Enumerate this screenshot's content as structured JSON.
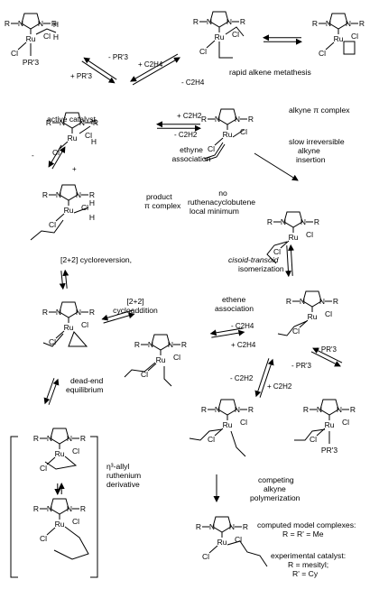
{
  "scheme_title": "",
  "structure_atoms": {
    "metal": "Ru",
    "halide": "Cl",
    "nitrogen": "N",
    "substituent": "R",
    "hydrogen": "H",
    "phosphine": "PR'3"
  },
  "labels": {
    "rapid_metathesis": "rapid alkene metathesis",
    "active_catalyst": "active catalyst",
    "alkyne_complex": "alkyne π complex",
    "ethyne_association_1": "ethyne",
    "ethyne_association_2": "association",
    "slow_insertion_1": "slow irreversible",
    "slow_insertion_2": "alkyne",
    "slow_insertion_3": "insertion",
    "product_complex_1": "product",
    "product_complex_2": "π complex",
    "no_rcb_1": "no",
    "no_rcb_2": "ruthenacyclobutene",
    "no_rcb_3": "local minimum",
    "cycloreversion": "[2+2] cycloreversion,",
    "isomerization_1": "cisoid-transoid",
    "isomerization_2": "isomerization",
    "cycloaddition_1": "[2+2]",
    "cycloaddition_2": "cycloaddition",
    "ethene_association_1": "ethene",
    "ethene_association_2": "association",
    "dead_end_1": "dead-end",
    "dead_end_2": "equilibrium",
    "allyl_1": "η³-allyl",
    "allyl_2": "ruthenium",
    "allyl_3": "derivative",
    "competing_1": "competing",
    "competing_2": "alkyne",
    "competing_3": "polymerization",
    "model_1": "computed model complexes:",
    "model_2": "R = R' = Me",
    "exp_1": "experimental catalyst:",
    "exp_2": "R = mesityl;",
    "exp_3": "R' = Cy"
  },
  "arrow_labels": {
    "minus_pr3": "- PR'3",
    "plus_pr3": "+ PR'3",
    "plus_c2h4": "+ C2H4",
    "minus_c2h4": "- C2H4",
    "plus_c2h2": "+ C2H2",
    "minus_c2h2": "- C2H2",
    "minus_c4": "-",
    "plus_c4": "+",
    "minus_c2h4_b": "- C2H4",
    "plus_c2h4_b": "+ C2H4",
    "plus_pr3_b": "+ PR'3",
    "minus_pr3_b": "- PR'3",
    "minus_c2h2_b": "- C2H2",
    "plus_c2h2_b": "+ C2H2"
  }
}
